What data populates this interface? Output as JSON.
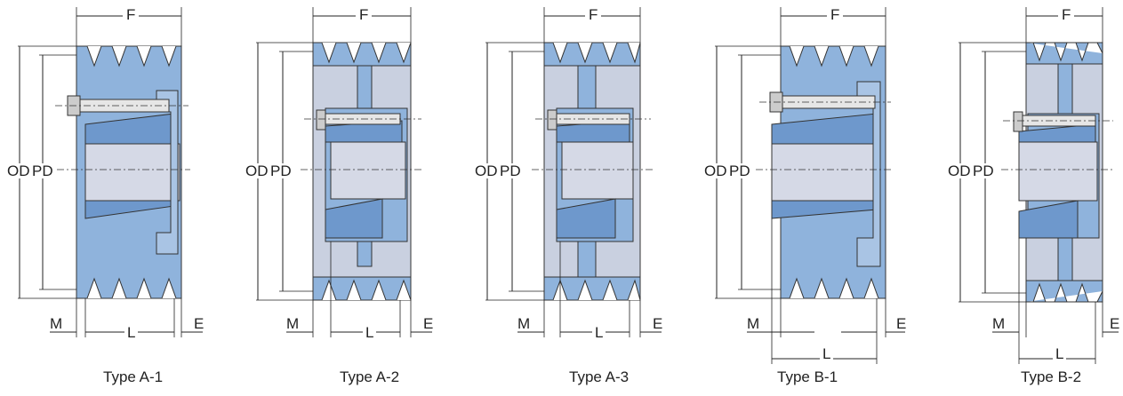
{
  "labels": {
    "f": "F",
    "od": "OD",
    "pd": "PD",
    "m": "M",
    "l": "L",
    "e": "E"
  },
  "figures": [
    {
      "id": "type-a-1",
      "caption": "Type A-1"
    },
    {
      "id": "type-a-2",
      "caption": "Type A-2"
    },
    {
      "id": "type-a-3",
      "caption": "Type A-3"
    },
    {
      "id": "type-b-1",
      "caption": "Type B-1"
    },
    {
      "id": "type-b-2",
      "caption": "Type B-2"
    }
  ],
  "colors": {
    "groove_blue": "#8fb3dc",
    "hub_blue": "#7ea6d6",
    "bore_grey": "#d5d9e6",
    "web_grey": "#c9d0e0",
    "outline": "#333333",
    "dimension": "#222222"
  }
}
